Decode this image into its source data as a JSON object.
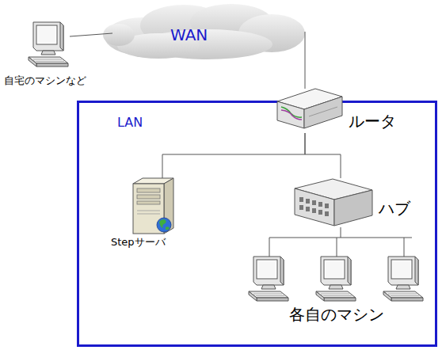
{
  "diagram": {
    "nodes": [
      {
        "text": [
          "自宅のマシンなど"
        ]
      },
      {
        "text": [
          "WAN"
        ]
      },
      {
        "text": [
          "LAN"
        ]
      },
      {
        "text": [
          "ルータ"
        ],
        "in": 2
      },
      {
        "text": [
          "Stepサーバ"
        ],
        "in": 2
      },
      {
        "text": [
          "ハブ"
        ],
        "in": 2
      },
      {
        "text": [
          "各自のマシン"
        ],
        "in": 2
      }
    ],
    "edges": [
      {
        "from": 0,
        "to": 1,
        "arrow": "none"
      },
      {
        "from": 1,
        "to": 3,
        "arrow": "none"
      },
      {
        "from": 3,
        "to": 4,
        "arrow": "none"
      },
      {
        "from": 3,
        "to": 5,
        "arrow": "none"
      },
      {
        "from": 5,
        "to": 6,
        "arrow": "none"
      }
    ]
  }
}
